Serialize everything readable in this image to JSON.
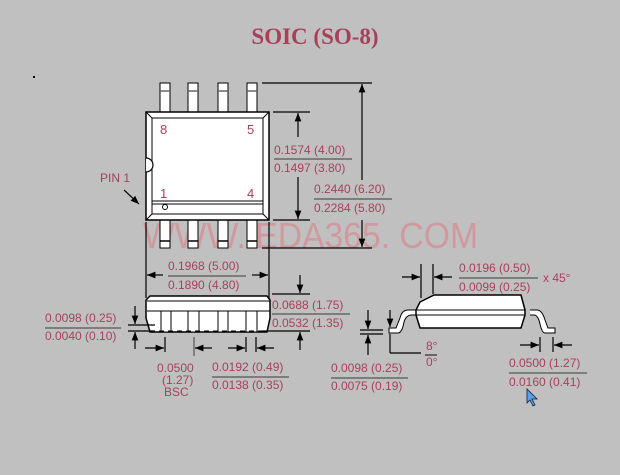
{
  "title": "SOIC (SO-8)",
  "top_view": {
    "pin_labels": [
      "8",
      "5",
      "1",
      "4"
    ],
    "pin1_label": "PIN 1",
    "body_width": {
      "max": "0.1574 (4.00)",
      "min": "0.1497 (3.80)"
    },
    "overall_width": {
      "max": "0.2440 (6.20)",
      "min": "0.2284 (5.80)"
    },
    "body_length": {
      "max": "0.1968 (5.00)",
      "min": "0.1890 (4.80)"
    }
  },
  "watermark": "WWW. EDA365. COM",
  "side_view": {
    "standoff": {
      "max": "0.0098 (0.25)",
      "min": "0.0040 (0.10)"
    },
    "height": {
      "max": "0.0688 (1.75)",
      "min": "0.0532 (1.35)"
    },
    "pitch": {
      "inch": "0.0500",
      "mm": "(1.27)",
      "note": "BSC"
    },
    "lead_width": {
      "max": "0.0192 (0.49)",
      "min": "0.0138 (0.35)"
    }
  },
  "end_view": {
    "chamfer": {
      "max": "0.0196 (0.50)",
      "min": "0.0099 (0.25)",
      "angle": "x 45°"
    },
    "angle": {
      "max": "8°",
      "min": "0°"
    },
    "lead_thickness": {
      "max": "0.0098 (0.25)",
      "min": "0.0075 (0.19)"
    },
    "foot_length": {
      "max": "0.0500 (1.27)",
      "min": "0.0160 (0.41)"
    }
  }
}
